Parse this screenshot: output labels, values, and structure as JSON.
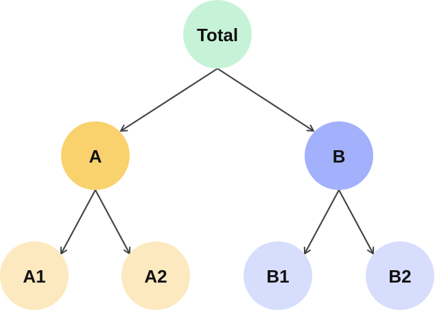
{
  "diagram": {
    "type": "tree",
    "edge_color": "#444444",
    "nodes": [
      {
        "id": "total",
        "label": "Total",
        "color": "#c6f3d7"
      },
      {
        "id": "a",
        "label": "A",
        "color": "#f9d16d"
      },
      {
        "id": "b",
        "label": "B",
        "color": "#a3b1fc"
      },
      {
        "id": "a1",
        "label": "A1",
        "color": "#fde9bf"
      },
      {
        "id": "a2",
        "label": "A2",
        "color": "#fde9bf"
      },
      {
        "id": "b1",
        "label": "B1",
        "color": "#d7ddfc"
      },
      {
        "id": "b2",
        "label": "B2",
        "color": "#d7ddfc"
      }
    ],
    "edges": [
      {
        "from": "total",
        "to": "a"
      },
      {
        "from": "total",
        "to": "b"
      },
      {
        "from": "a",
        "to": "a1"
      },
      {
        "from": "a",
        "to": "a2"
      },
      {
        "from": "b",
        "to": "b1"
      },
      {
        "from": "b",
        "to": "b2"
      }
    ]
  }
}
